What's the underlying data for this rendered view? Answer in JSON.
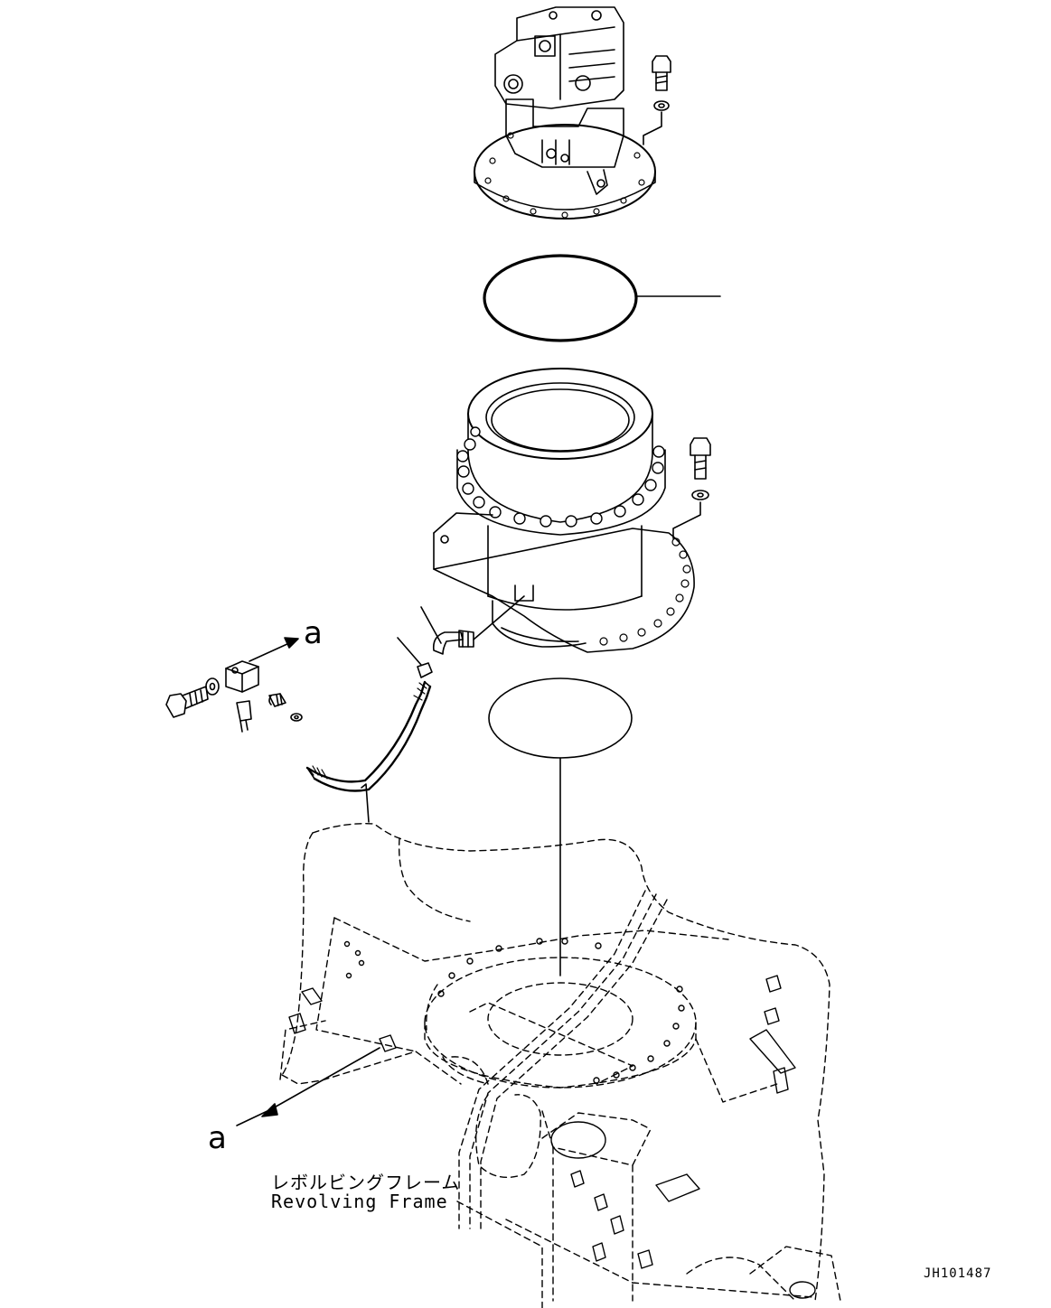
{
  "diagram": {
    "callout_top": "a",
    "callout_bottom": "a",
    "frame_label_jp": "レボルビングフレーム",
    "frame_label_en": "Revolving Frame",
    "drawing_code": "JH101487"
  }
}
